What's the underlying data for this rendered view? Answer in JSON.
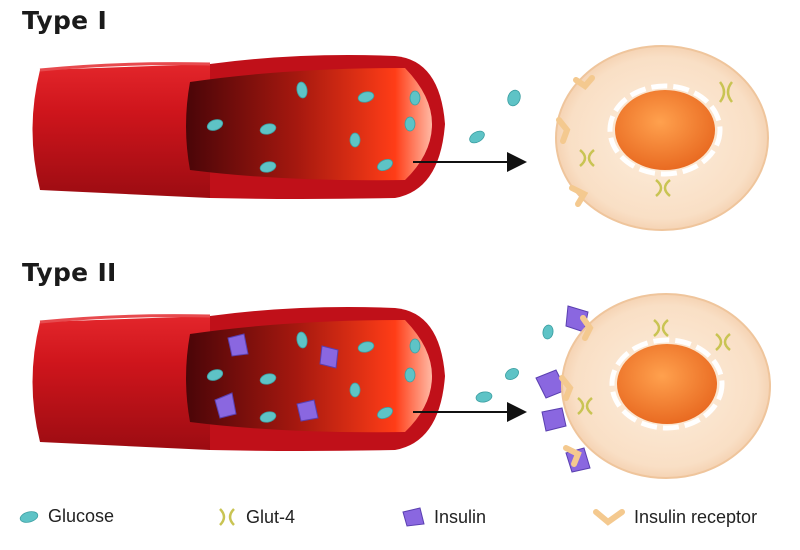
{
  "panels": [
    {
      "title": "Type I"
    },
    {
      "title": "Type II"
    }
  ],
  "legend": {
    "glucose": "Glucose",
    "glut4": "Glut-4",
    "insulin": "Insulin",
    "insulin_receptor": "Insulin receptor"
  },
  "colors": {
    "vessel_outer": "#c8141b",
    "vessel_dark": "#7a0c10",
    "vessel_lumen_light": "#ff5a2a",
    "glucose": "#5ec3c6",
    "glut4": "#e3e07a",
    "insulin": "#8a67e0",
    "receptor": "#f6cf9b",
    "cell_body": "#fbe3cc",
    "nucleus": "#f07f2e"
  },
  "icons": [
    "glucose-icon",
    "glut4-icon",
    "insulin-icon",
    "insulin-receptor-icon",
    "arrow-icon"
  ]
}
